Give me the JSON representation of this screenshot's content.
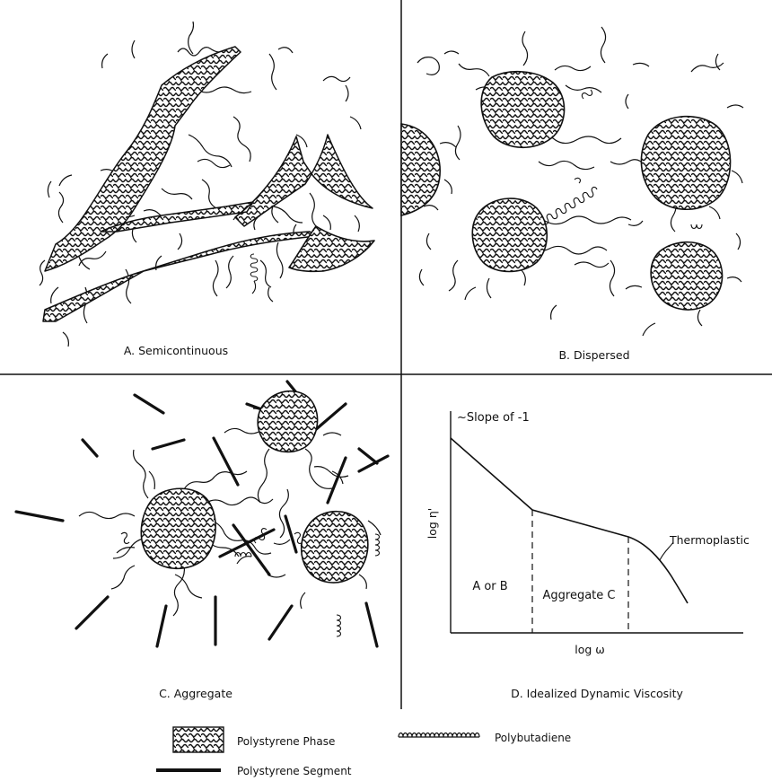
{
  "panels": {
    "a": {
      "caption": "A.  Semicontinuous"
    },
    "b": {
      "caption": "B.  Dispersed"
    },
    "c": {
      "caption": "C.  Aggregate"
    },
    "d": {
      "caption": "D.  Idealized Dynamic Viscosity",
      "slope_note": "~Slope of -1",
      "y_axis": "log η'",
      "x_axis": "log ω",
      "region_1": "A or B",
      "region_2": "Aggregate C",
      "region_3": "Thermoplastic"
    }
  },
  "legend": {
    "ps_phase": "Polystyrene Phase",
    "pb": "Polybutadiene",
    "ps_segment": "Polystyrene Segment"
  },
  "colors": {
    "ink": "#111111",
    "background": "#ffffff"
  }
}
